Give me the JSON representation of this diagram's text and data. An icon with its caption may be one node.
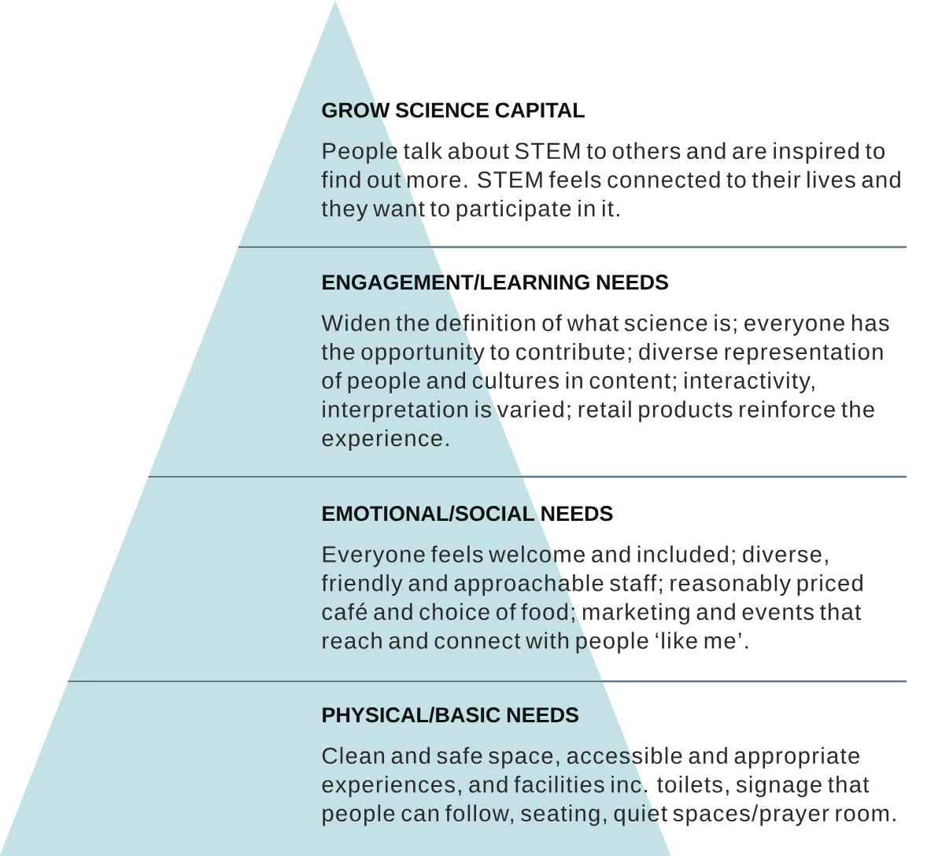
{
  "diagram": {
    "nodes": [
      {
        "text": [
          "GROW SCIENCE CAPITAL",
          "People talk about STEM to others and are inspired to find out more. STEM feels connected to their lives and they want to participate in it."
        ]
      },
      {
        "text": [
          "ENGAGEMENT/LEARNING NEEDS",
          "Widen the definition of what science is; everyone has the opportunity to contribute; diverse representation of people and cultures in content; interactivity, interpretation is varied; retail products reinforce the experience."
        ]
      },
      {
        "text": [
          "EMOTIONAL/SOCIAL NEEDS",
          "Everyone feels welcome and included; diverse, friendly and approachable staff; reasonably priced café and choice of food; marketing and events that reach and connect with people ‘like me’."
        ]
      },
      {
        "text": [
          "PHYSICAL/BASIC NEEDS",
          "Clean and safe space, accessible and appropriate experiences, and facilities inc. toilets, signage that people can follow, seating, quiet spaces/prayer room."
        ]
      }
    ]
  }
}
